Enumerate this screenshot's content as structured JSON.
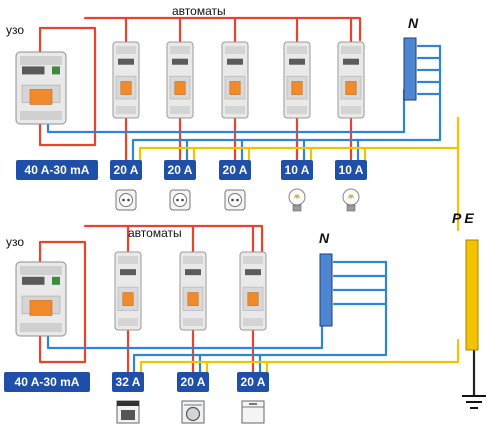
{
  "colors": {
    "phase": "#e8432d",
    "neutral": "#2e86d3",
    "earth": "#f2c400",
    "badge": "#1f4fa8",
    "bar_blue": "#4f86d2",
    "bar_yellow": "#f2c400",
    "switch_orange": "#f08a2a",
    "breaker_body": "#e9e9e9"
  },
  "top_group": {
    "rcd_label": "узо",
    "rcd_rating": "40 A-30 mA",
    "breakers_label": "автоматы",
    "neutral_bus": "N",
    "breakers": [
      {
        "rating": "20 A",
        "load": "socket-icon"
      },
      {
        "rating": "20 A",
        "load": "socket-icon"
      },
      {
        "rating": "20 A",
        "load": "socket-icon"
      },
      {
        "rating": "10 A",
        "load": "lamp-icon"
      },
      {
        "rating": "10 A",
        "load": "lamp-icon"
      }
    ]
  },
  "bottom_group": {
    "rcd_label": "узо",
    "rcd_rating": "40 A-30 mA",
    "breakers_label": "автоматы",
    "neutral_bus": "N",
    "breakers": [
      {
        "rating": "32 A",
        "load": "stove-icon"
      },
      {
        "rating": "20 A",
        "load": "washing-machine-icon"
      },
      {
        "rating": "20 A",
        "load": "dishwasher-icon"
      }
    ]
  },
  "earth_bus": "PE",
  "ground_symbol": "ground-icon"
}
